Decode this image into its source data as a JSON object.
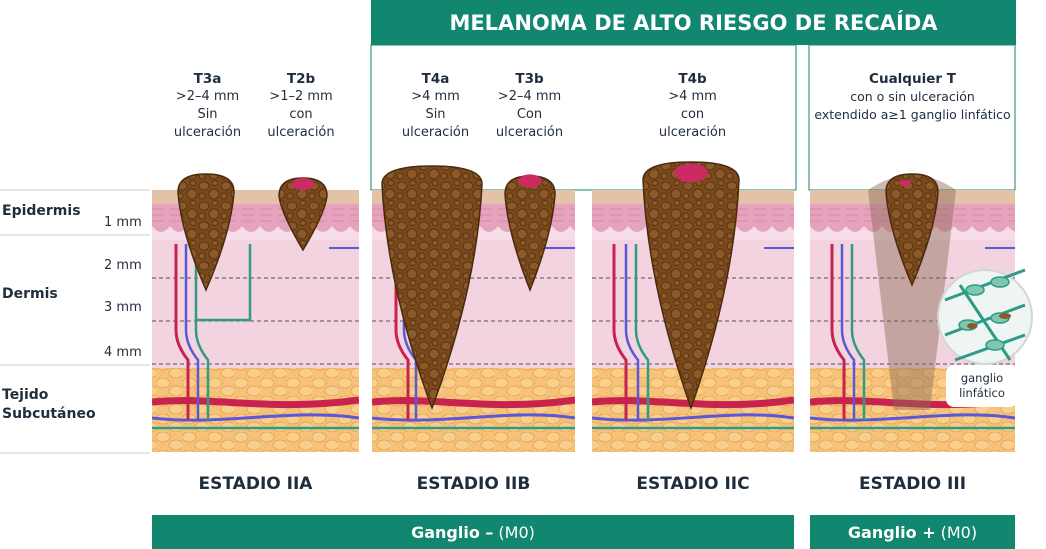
{
  "header": {
    "title": "MELANOMA DE ALTO RIESGO DE RECAÍDA"
  },
  "layers": {
    "epidermis": "Epidermis",
    "dermis": "Dermis",
    "subcutaneous_line1": "Tejido",
    "subcutaneous_line2": "Subcutáneo"
  },
  "depth_marks": [
    "1 mm",
    "2 mm",
    "3 mm",
    "4 mm"
  ],
  "tumors": [
    {
      "code": "T3a",
      "line1": ">2–4 mm",
      "line2": "Sin",
      "line3": "ulceración"
    },
    {
      "code": "T2b",
      "line1": ">1–2 mm",
      "line2": "con",
      "line3": "ulceración"
    },
    {
      "code": "T4a",
      "line1": ">4 mm",
      "line2": "Sin",
      "line3": "ulceración"
    },
    {
      "code": "T3b",
      "line1": ">2–4 mm",
      "line2": "Con",
      "line3": "ulceración"
    },
    {
      "code": "T4b",
      "line1": ">4 mm",
      "line2": "con",
      "line3": "ulceración"
    },
    {
      "code": "Cualquier T",
      "line1": "con o sin ulceración",
      "line2": "extendido a≥1 ganglio linfático"
    }
  ],
  "stages": [
    "ESTADIO IIA",
    "ESTADIO IIB",
    "ESTADIO IIC",
    "ESTADIO III"
  ],
  "ganglio_negative": {
    "bold": "Ganglio –",
    "rest": "(M0)"
  },
  "ganglio_positive": {
    "bold": "Ganglio +",
    "rest": "(M0)"
  },
  "lymph_node_label": {
    "line1": "ganglio",
    "line2": "linfático"
  },
  "colors": {
    "accent_green": "#12876f",
    "epidermis_pink": "#e6a3bd",
    "dermis_pink": "#f3d3e0",
    "subcutaneous_fat": "#f6c27a",
    "tumor_brown": "#7a4a1c",
    "ulcer_magenta": "#cc2a63",
    "artery_red": "#c8234f",
    "vein_blue": "#5b58d6",
    "lymph_teal": "#2e9b86"
  }
}
